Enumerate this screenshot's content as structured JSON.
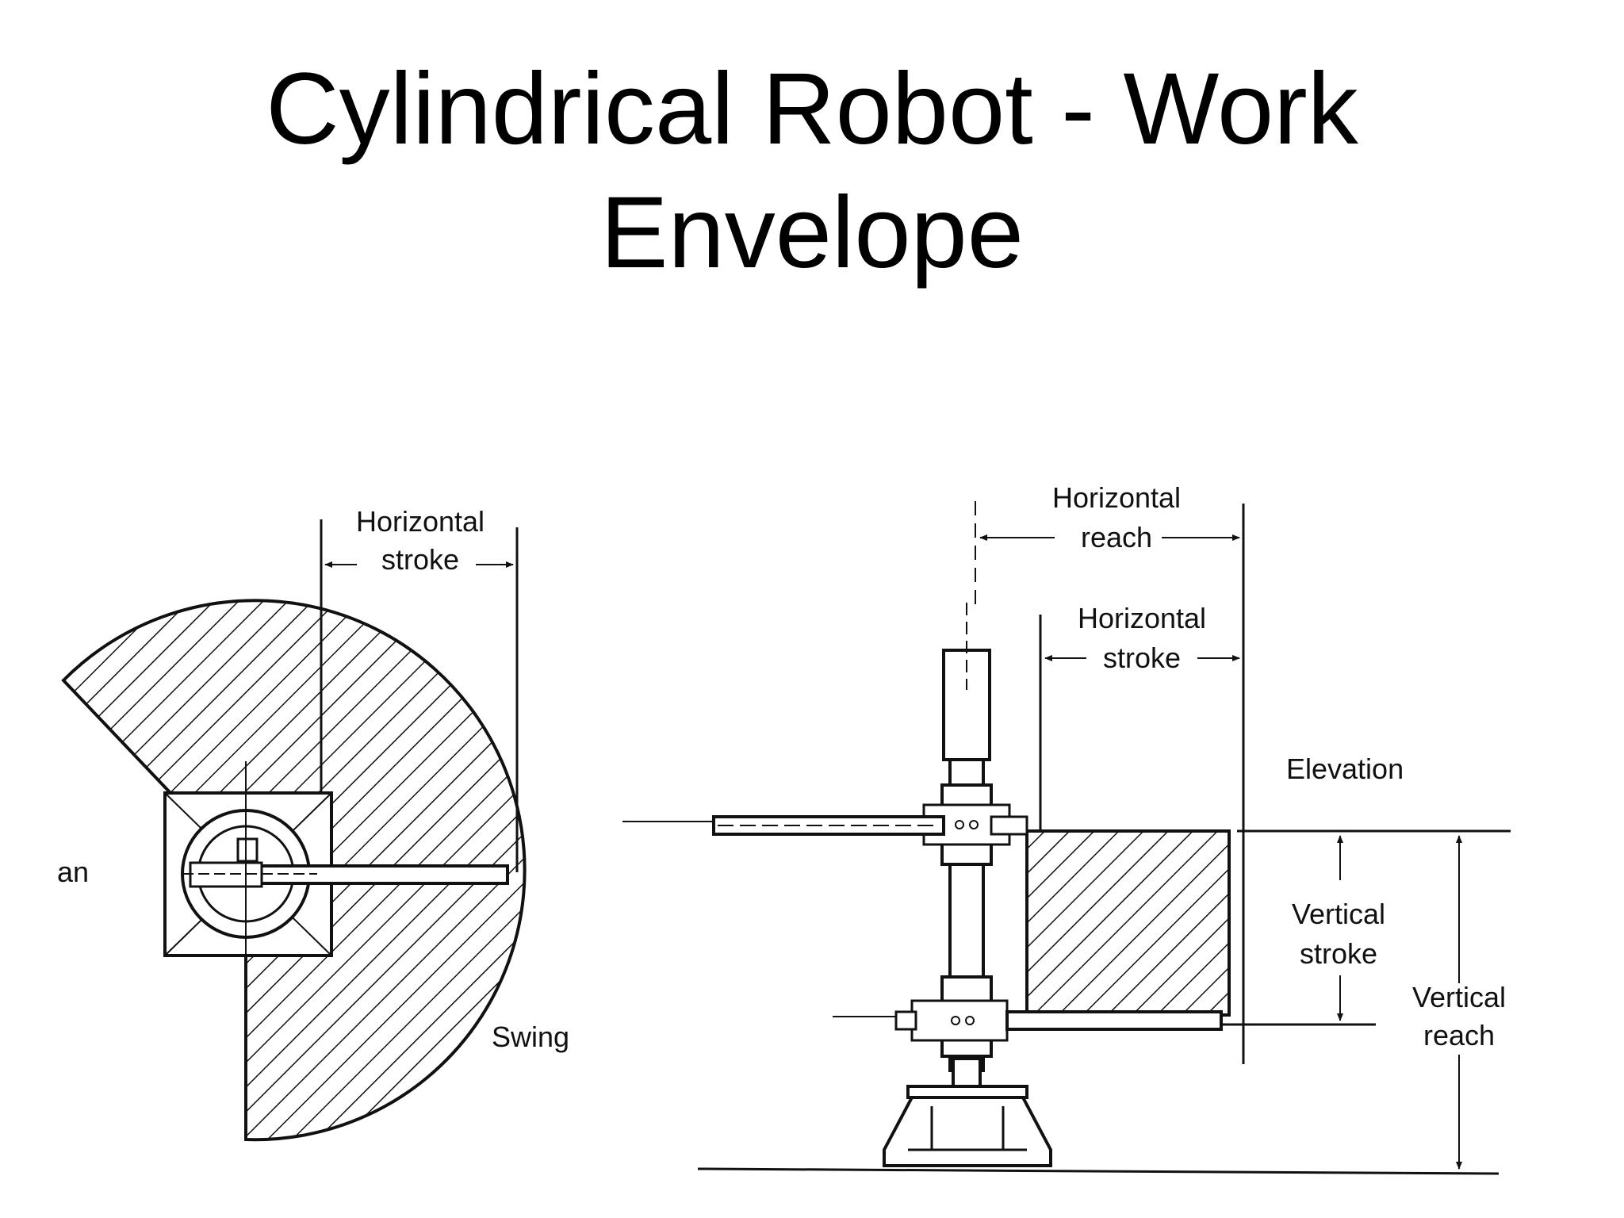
{
  "slide": {
    "title_line1": "Cylindrical Robot - Work",
    "title_line2": "Envelope"
  },
  "plan_view": {
    "label_left_fragment": "an",
    "horizontal_stroke_line1": "Horizontal",
    "horizontal_stroke_line2": "stroke",
    "swing": "Swing"
  },
  "elevation_view": {
    "horizontal_reach_line1": "Horizontal",
    "horizontal_reach_line2": "reach",
    "horizontal_stroke_line1": "Horizontal",
    "horizontal_stroke_line2": "stroke",
    "elevation": "Elevation",
    "vertical_stroke_line1": "Vertical",
    "vertical_stroke_line2": "stroke",
    "vertical_reach_line1": "Vertical",
    "vertical_reach_line2": "reach"
  },
  "colors": {
    "ink": "#111111",
    "background": "#ffffff"
  }
}
